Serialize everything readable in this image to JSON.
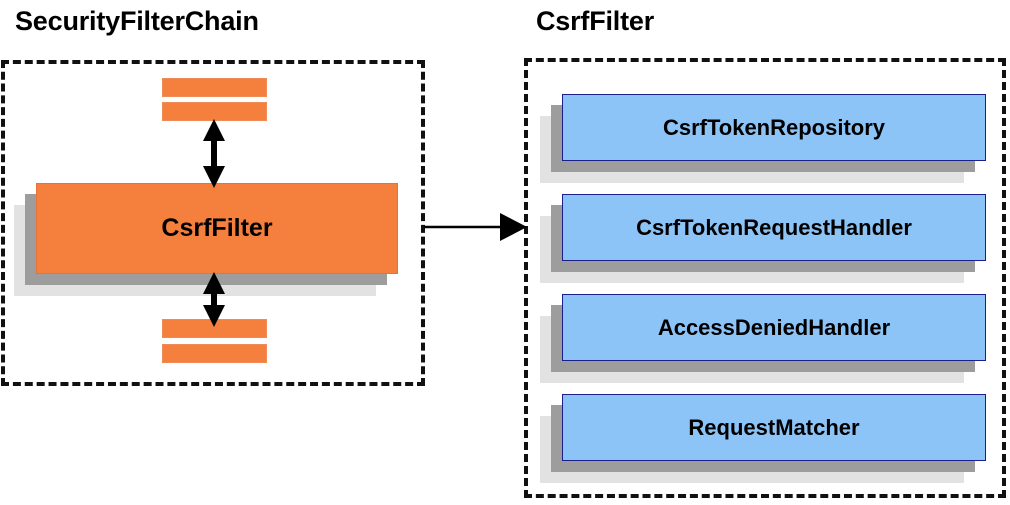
{
  "diagram": {
    "type": "architecture-diagram",
    "background_color": "#ffffff",
    "panels": [
      {
        "id": "security-filter-chain",
        "title": "SecurityFilterChain",
        "border_style": "dashed",
        "border_color": "#111111",
        "highlight_box": {
          "label": "CsrfFilter",
          "fill_color": "#f57f3c",
          "shadow_colors": [
            "#9d9d9d",
            "#e2e2e2"
          ]
        },
        "filter_bars": {
          "count_above": 2,
          "count_below": 2,
          "fill_color": "#f57f3c"
        },
        "arrows": [
          {
            "name": "chain-arrow-above",
            "direction": "double",
            "orientation": "vertical"
          },
          {
            "name": "chain-arrow-below",
            "direction": "double",
            "orientation": "vertical"
          }
        ]
      },
      {
        "id": "csrf-filter-detail",
        "title": "CsrfFilter",
        "border_style": "dashed",
        "border_color": "#111111",
        "collaborators": [
          {
            "label": "CsrfTokenRepository",
            "fill_color": "#8dc4f8",
            "border_color": "#1b1f8a"
          },
          {
            "label": "CsrfTokenRequestHandler",
            "fill_color": "#8dc4f8",
            "border_color": "#1b1f8a"
          },
          {
            "label": "AccessDeniedHandler",
            "fill_color": "#8dc4f8",
            "border_color": "#1b1f8a"
          },
          {
            "label": "RequestMatcher",
            "fill_color": "#8dc4f8",
            "border_color": "#1b1f8a"
          }
        ]
      }
    ],
    "connector": {
      "name": "expand-arrow",
      "direction": "single",
      "orientation": "horizontal",
      "from_panel": "security-filter-chain",
      "to_panel": "csrf-filter-detail",
      "color": "#000000"
    }
  }
}
